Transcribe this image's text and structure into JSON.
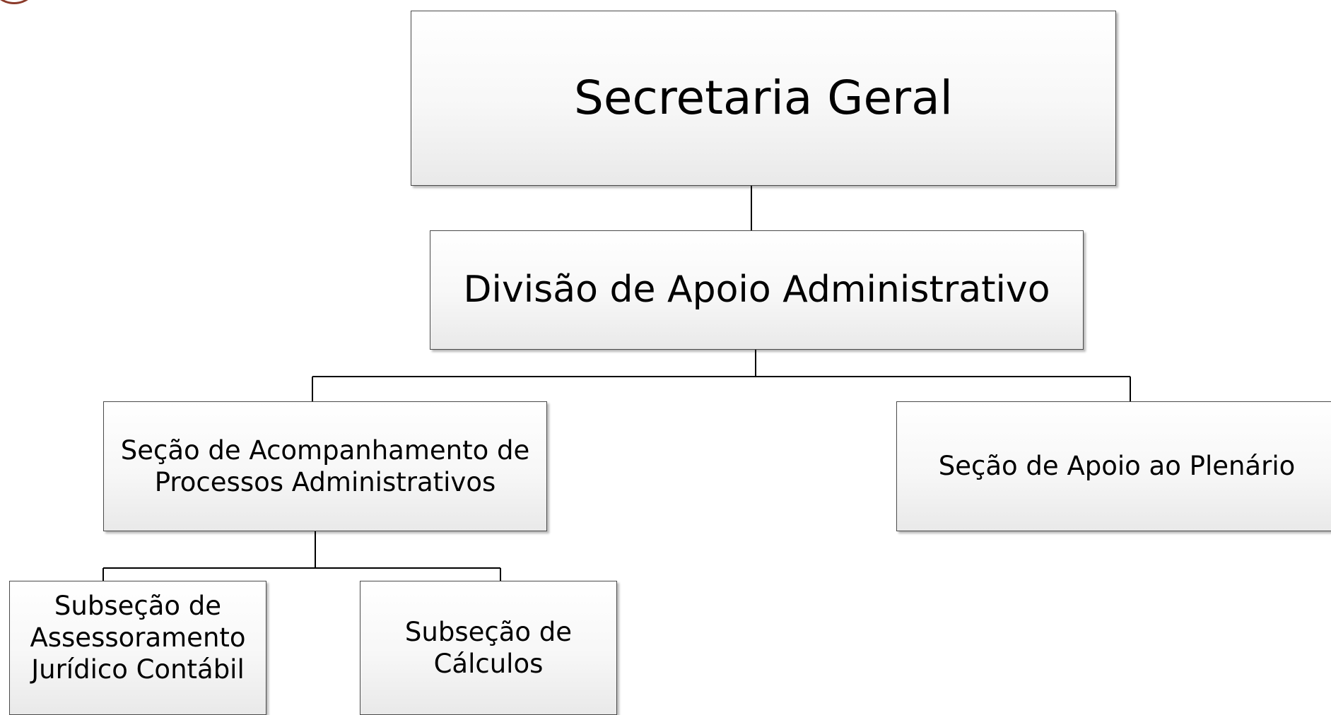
{
  "diagram": {
    "nodes": {
      "secretaria": "Secretaria Geral",
      "divisao": "Divisão de Apoio Administrativo",
      "acompanhamento": "Seção de Acompanhamento de\nProcessos Administrativos",
      "plenario": "Seção de Apoio ao Plenário",
      "assessoramento": "Subseção de\nAssessoramento\nJurídico Contábil",
      "calculos": "Subseção de\nCálculos"
    },
    "edges": [
      {
        "from": "secretaria",
        "to": "divisao"
      },
      {
        "from": "divisao",
        "to": "acompanhamento"
      },
      {
        "from": "divisao",
        "to": "plenario"
      },
      {
        "from": "acompanhamento",
        "to": "assessoramento"
      },
      {
        "from": "acompanhamento",
        "to": "calculos"
      }
    ]
  },
  "colors": {
    "connector": "#000000",
    "box_border": "#4a4a4a",
    "logo_ring": "#8b3a2a"
  }
}
